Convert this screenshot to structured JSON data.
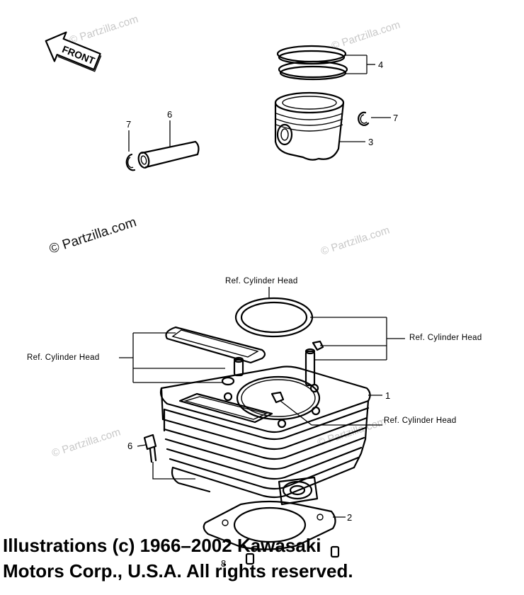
{
  "watermarks": {
    "text": "© Partzilla.com",
    "main": "© Partzilla.com"
  },
  "front_arrow": {
    "label": "FRONT"
  },
  "callouts": {
    "c1": "1",
    "c2": "2",
    "c3": "3",
    "c4": "4",
    "c6_upper": "6",
    "c6_lower": "6",
    "c7_left": "7",
    "c7_right": "7",
    "c8": "8"
  },
  "references": {
    "top": "Ref. Cylinder Head",
    "left": "Ref. Cylinder Head",
    "right": "Ref. Cylinder Head",
    "right_lower": "Ref. Cylinder Head"
  },
  "copyright": {
    "line1": "Illustrations (c) 1966–2002 Kawasaki",
    "line2": "Motors Corp., U.S.A.  All rights reserved."
  }
}
